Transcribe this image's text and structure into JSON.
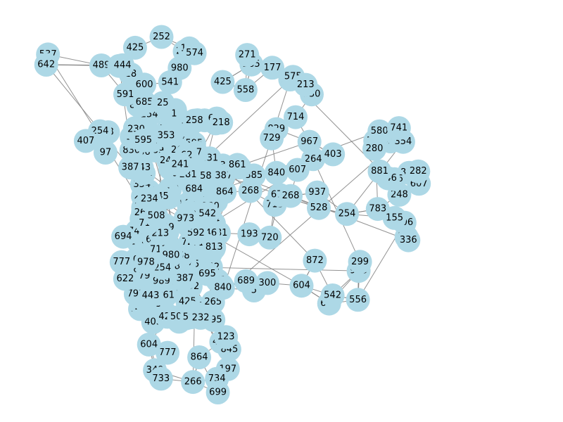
{
  "diagram": {
    "type": "network-graph",
    "node_color": "#add8e6",
    "edge_color": "#808080",
    "label_color": "#000000",
    "node_labels": [
      "9",
      "903",
      "425",
      "425",
      "506",
      "98",
      "839",
      "387",
      "247",
      "695",
      "248",
      "266",
      "828",
      "714",
      "980",
      "718",
      "204",
      "592",
      "840",
      "791",
      "264",
      "989",
      "197",
      "62",
      "861",
      "254",
      "542",
      "193",
      "443",
      "97",
      "685",
      "5",
      "846",
      "385",
      "604",
      "978",
      "508",
      "218",
      "268",
      "575",
      "751",
      "252",
      "937",
      "547",
      "300",
      "694",
      "265",
      "872",
      "720",
      "28",
      "926",
      "777",
      "299",
      "967",
      "813",
      "783",
      "853",
      "734",
      "387",
      "264",
      "450",
      "746",
      "336",
      "973",
      "330",
      "830",
      "177",
      "155",
      "600",
      "745",
      "607",
      "829",
      "881",
      "864",
      "558",
      "823",
      "861",
      "528",
      "403",
      "281",
      "192",
      "845",
      "280",
      "353",
      "1",
      "11",
      "25",
      "230",
      "415",
      "123",
      "407",
      "541",
      "537",
      "489",
      "431",
      "713",
      "349",
      "354",
      "241",
      "234",
      "213",
      "777",
      "387",
      "282",
      "684",
      "677",
      "699",
      "689",
      "622",
      "733",
      "591",
      "574",
      "642",
      "595",
      "591",
      "444",
      "254",
      "258",
      "556",
      "580",
      "604",
      "607",
      "729",
      "741",
      "232",
      "268",
      "271"
    ]
  }
}
